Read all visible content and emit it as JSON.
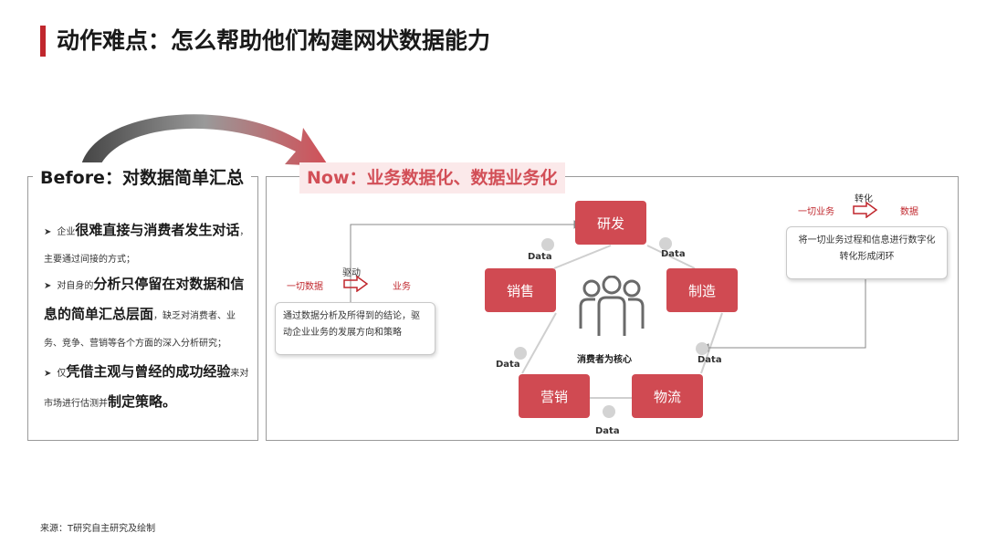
{
  "title": "动作难点：怎么帮助他们构建网状数据能力",
  "before": {
    "tag": "Before：对数据简单汇总",
    "bullets": [
      {
        "pre": "企业",
        "bold": "很难直接与消费者发生对话",
        "post": "，主要通过间接的方式；"
      },
      {
        "pre": "对自身的",
        "bold": "分析只停留在对数据和信息的简单汇总层面",
        "post": "，缺乏对消费者、业务、竞争、营销等各个方面的深入分析研究；"
      },
      {
        "pre": "仅",
        "bold": "凭借主观与曾经的成功经验",
        "post": "来对市场进行估测并",
        "bold2": "制定策略。"
      }
    ]
  },
  "now": {
    "tag": "Now：业务数据化、数据业务化",
    "nodes": {
      "rd": "研发",
      "mfg": "制造",
      "logistics": "物流",
      "marketing": "营销",
      "sales": "销售"
    },
    "center_label": "消费者为核心",
    "data_label": "Data",
    "left_flow": {
      "from": "一切数据",
      "verb": "驱动",
      "to": "业务"
    },
    "left_callout": "通过数据分析及所得到的结论，驱动企业业务的发展方向和策略",
    "right_flow": {
      "from": "一切业务",
      "verb": "转化",
      "to": "数据"
    },
    "right_callout": "将一切业务过程和信息进行数字化转化形成闭环"
  },
  "source": "来源：T研究自主研究及绘制",
  "colors": {
    "accent": "#c0272d",
    "node": "#d04a52",
    "now_tag_bg": "#fbe9ea",
    "now_tag_text": "#d24f57"
  },
  "icons": {
    "center": "people-group-icon",
    "flow_arrow": "hollow-right-arrow-icon"
  }
}
